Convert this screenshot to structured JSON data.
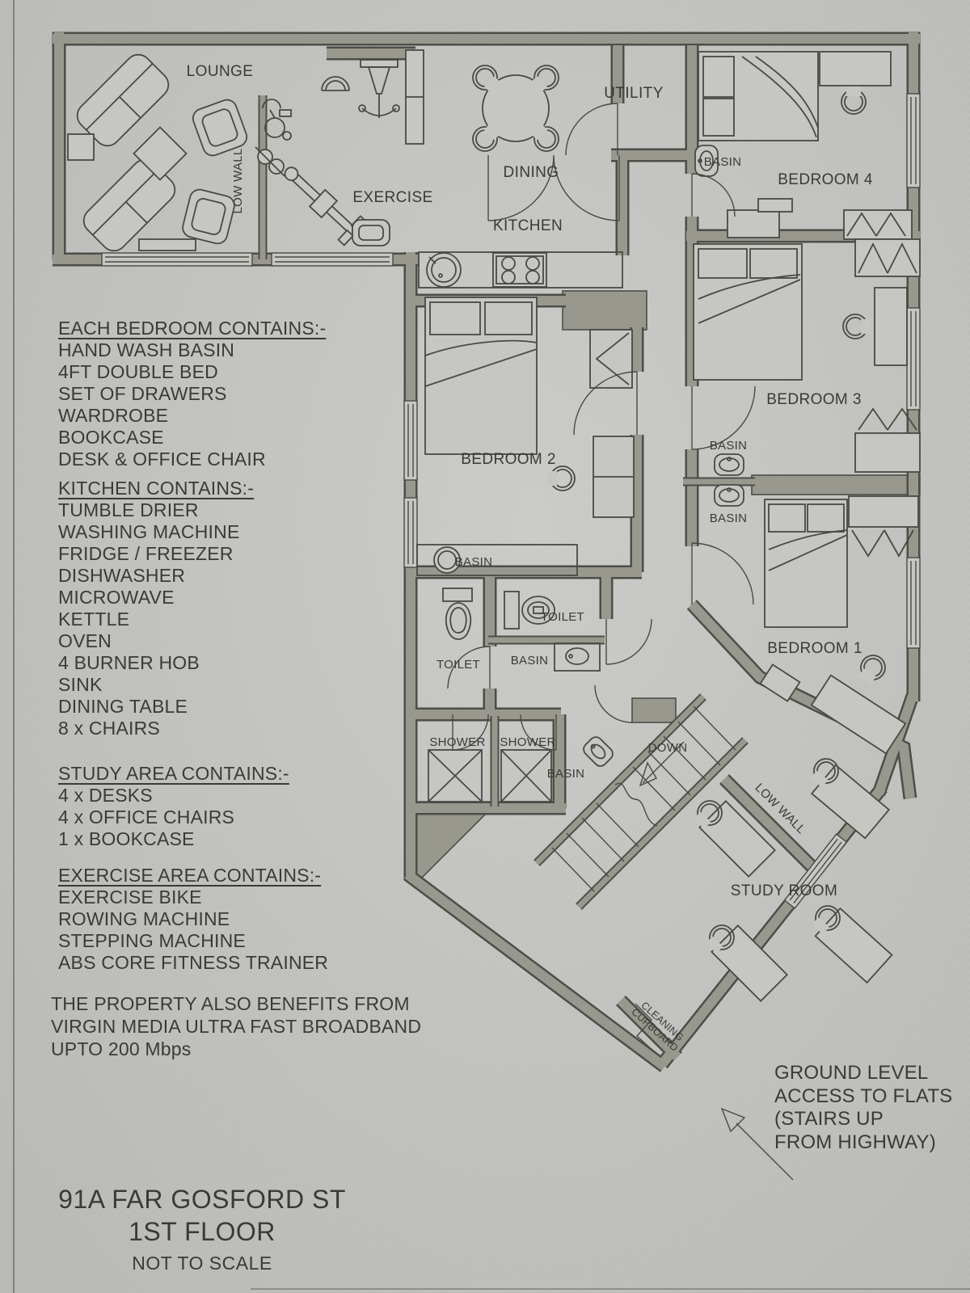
{
  "title_block": {
    "line1": "91A FAR GOSFORD ST",
    "line2": "1ST FLOOR",
    "line3": "NOT TO SCALE"
  },
  "lists": {
    "bedroom": {
      "heading": "EACH BEDROOM CONTAINS:-",
      "items": [
        "HAND WASH BASIN",
        "4FT DOUBLE BED",
        "SET OF DRAWERS",
        "WARDROBE",
        "BOOKCASE",
        "DESK & OFFICE CHAIR"
      ]
    },
    "kitchen": {
      "heading": "KITCHEN CONTAINS:-",
      "items": [
        "TUMBLE DRIER",
        "WASHING MACHINE",
        "FRIDGE / FREEZER",
        "DISHWASHER",
        "MICROWAVE",
        "KETTLE",
        "OVEN",
        "4 BURNER HOB",
        "SINK",
        "DINING TABLE",
        "8 x CHAIRS"
      ]
    },
    "study": {
      "heading": "STUDY AREA CONTAINS:-",
      "items": [
        "4 x DESKS",
        "4 x OFFICE CHAIRS",
        "1 x BOOKCASE"
      ]
    },
    "exercise": {
      "heading": "EXERCISE AREA CONTAINS:-",
      "items": [
        "EXERCISE BIKE",
        "ROWING MACHINE",
        "STEPPING MACHINE",
        "ABS CORE FITNESS TRAINER"
      ]
    }
  },
  "notes": {
    "broadband_lines": [
      "THE PROPERTY ALSO BENEFITS FROM",
      "VIRGIN MEDIA ULTRA FAST BROADBAND",
      "UPTO 200 Mbps"
    ],
    "access_lines": [
      "GROUND LEVEL",
      "ACCESS TO FLATS",
      "(STAIRS UP",
      "FROM HIGHWAY)"
    ]
  },
  "rooms": {
    "lounge": "LOUNGE",
    "exercise": "EXERCISE",
    "dining": "DINING",
    "kitchen": "KITCHEN",
    "utility": "UTILITY",
    "bedroom1": "BEDROOM 1",
    "bedroom2": "BEDROOM 2",
    "bedroom3": "BEDROOM 3",
    "bedroom4": "BEDROOM 4",
    "study": "STUDY ROOM"
  },
  "labels": {
    "basin": "BASIN",
    "toilet": "TOILET",
    "shower": "SHOWER",
    "down": "DOWN",
    "low_wall": "LOW WALL",
    "cleaning_line1": "CLEANING",
    "cleaning_line2": "CUPBOARD"
  },
  "colors": {
    "paper": "#c6c6c3",
    "wall_fill": "#98988f",
    "wall_edge": "#4e4e48",
    "ink": "#3a3a36",
    "line": "#4a4a44"
  }
}
